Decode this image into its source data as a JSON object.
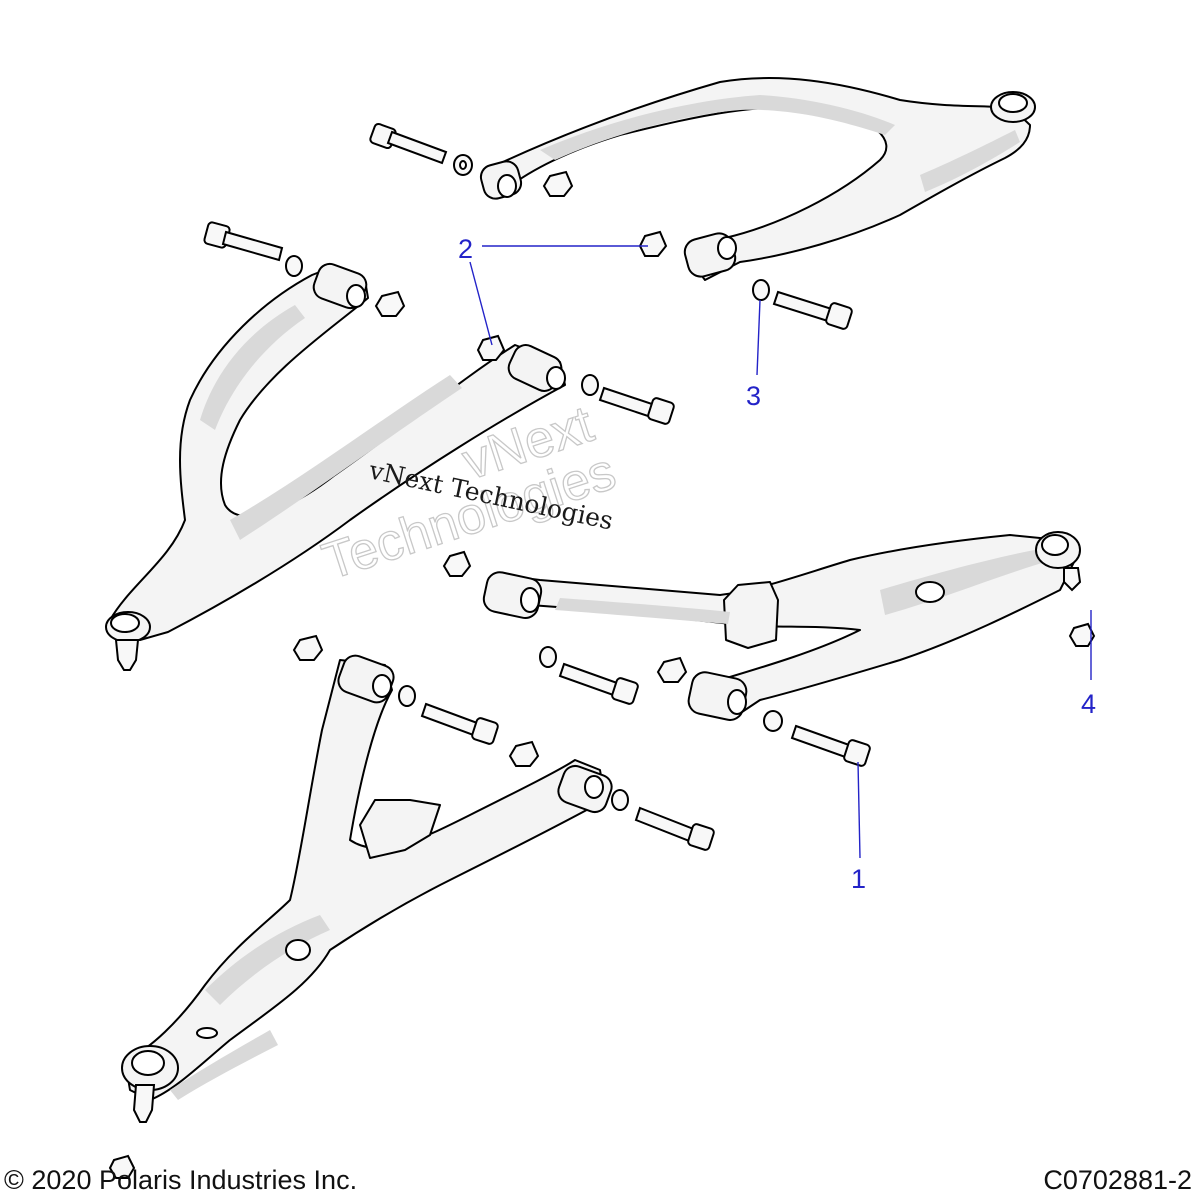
{
  "callouts": [
    {
      "id": "1",
      "label": "1"
    },
    {
      "id": "2",
      "label": "2"
    },
    {
      "id": "3",
      "label": "3"
    },
    {
      "id": "4",
      "label": "4"
    }
  ],
  "watermark": {
    "line1": "vNext Technologies",
    "line2a": "vNext",
    "line2b": "Technologies"
  },
  "footer": {
    "copyright": "© 2020 Polaris Industries Inc.",
    "drawing_number": "C0702881-2"
  },
  "colors": {
    "callout": "#2323c8",
    "line": "#000000",
    "part_fill": "#f4f4f4",
    "part_shade": "#d9d9d9"
  }
}
